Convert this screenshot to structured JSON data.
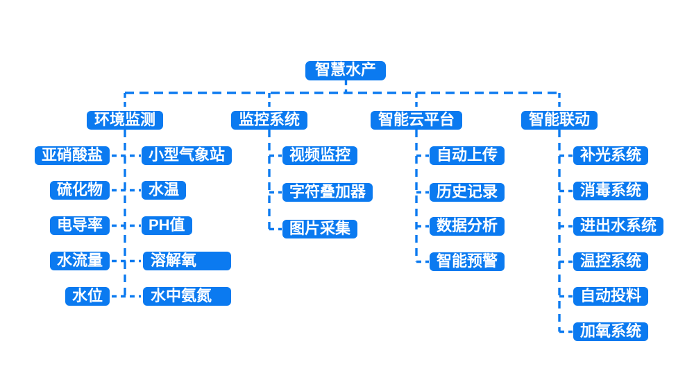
{
  "diagram": {
    "type": "mindmap-tree",
    "accent_color": "#0b7af0",
    "background_color": "#ffffff",
    "root": {
      "label": "智慧水产"
    },
    "branches": [
      {
        "label": "环境监测",
        "left": [
          "亚硝酸盐",
          "硫化物",
          "电导率",
          "水流量",
          "水位"
        ],
        "right": [
          "小型气象站",
          "水温",
          "PH值",
          "溶解氧",
          "水中氨氮"
        ]
      },
      {
        "label": "监控系统",
        "children": [
          "视频监控",
          "字符叠加器",
          "图片采集"
        ]
      },
      {
        "label": "智能云平台",
        "children": [
          "自动上传",
          "历史记录",
          "数据分析",
          "智能预警"
        ]
      },
      {
        "label": "智能联动",
        "children": [
          "补光系统",
          "消毒系统",
          "进出水系统",
          "温控系统",
          "自动投料",
          "加氧系统"
        ]
      }
    ]
  }
}
